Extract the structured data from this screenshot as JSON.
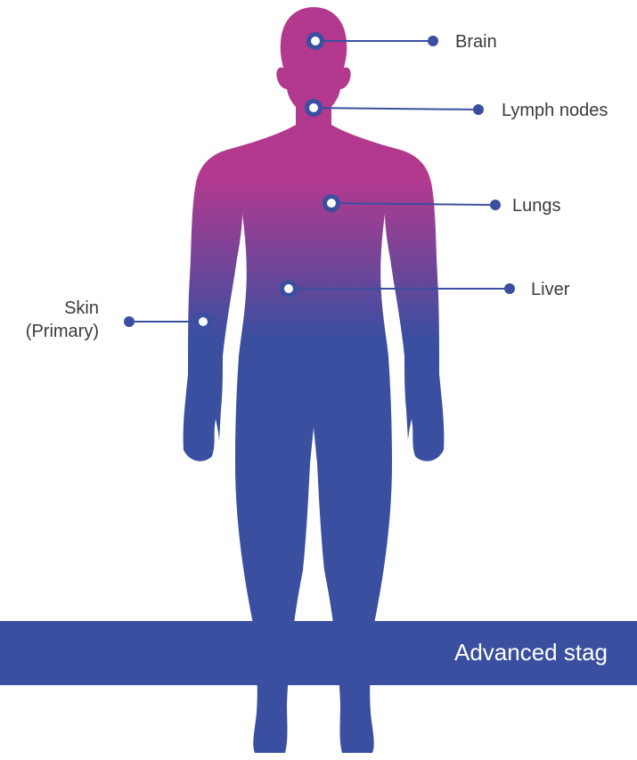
{
  "colors": {
    "body_top": "#b3398f",
    "body_bottom": "#3a4fa0",
    "marker": "#3a4fa0",
    "marker_center": "#ffffff",
    "connector": "#3a4fa0",
    "banner": "#3a4fa0",
    "label_text": "#3a3a3a",
    "banner_text": "#ffffff"
  },
  "labels": {
    "brain": "Brain",
    "lymph_nodes": "Lymph nodes",
    "lungs": "Lungs",
    "liver": "Liver",
    "skin_line1": "Skin",
    "skin_line2": "(Primary)"
  },
  "banner": {
    "text": "Advanced stag"
  }
}
